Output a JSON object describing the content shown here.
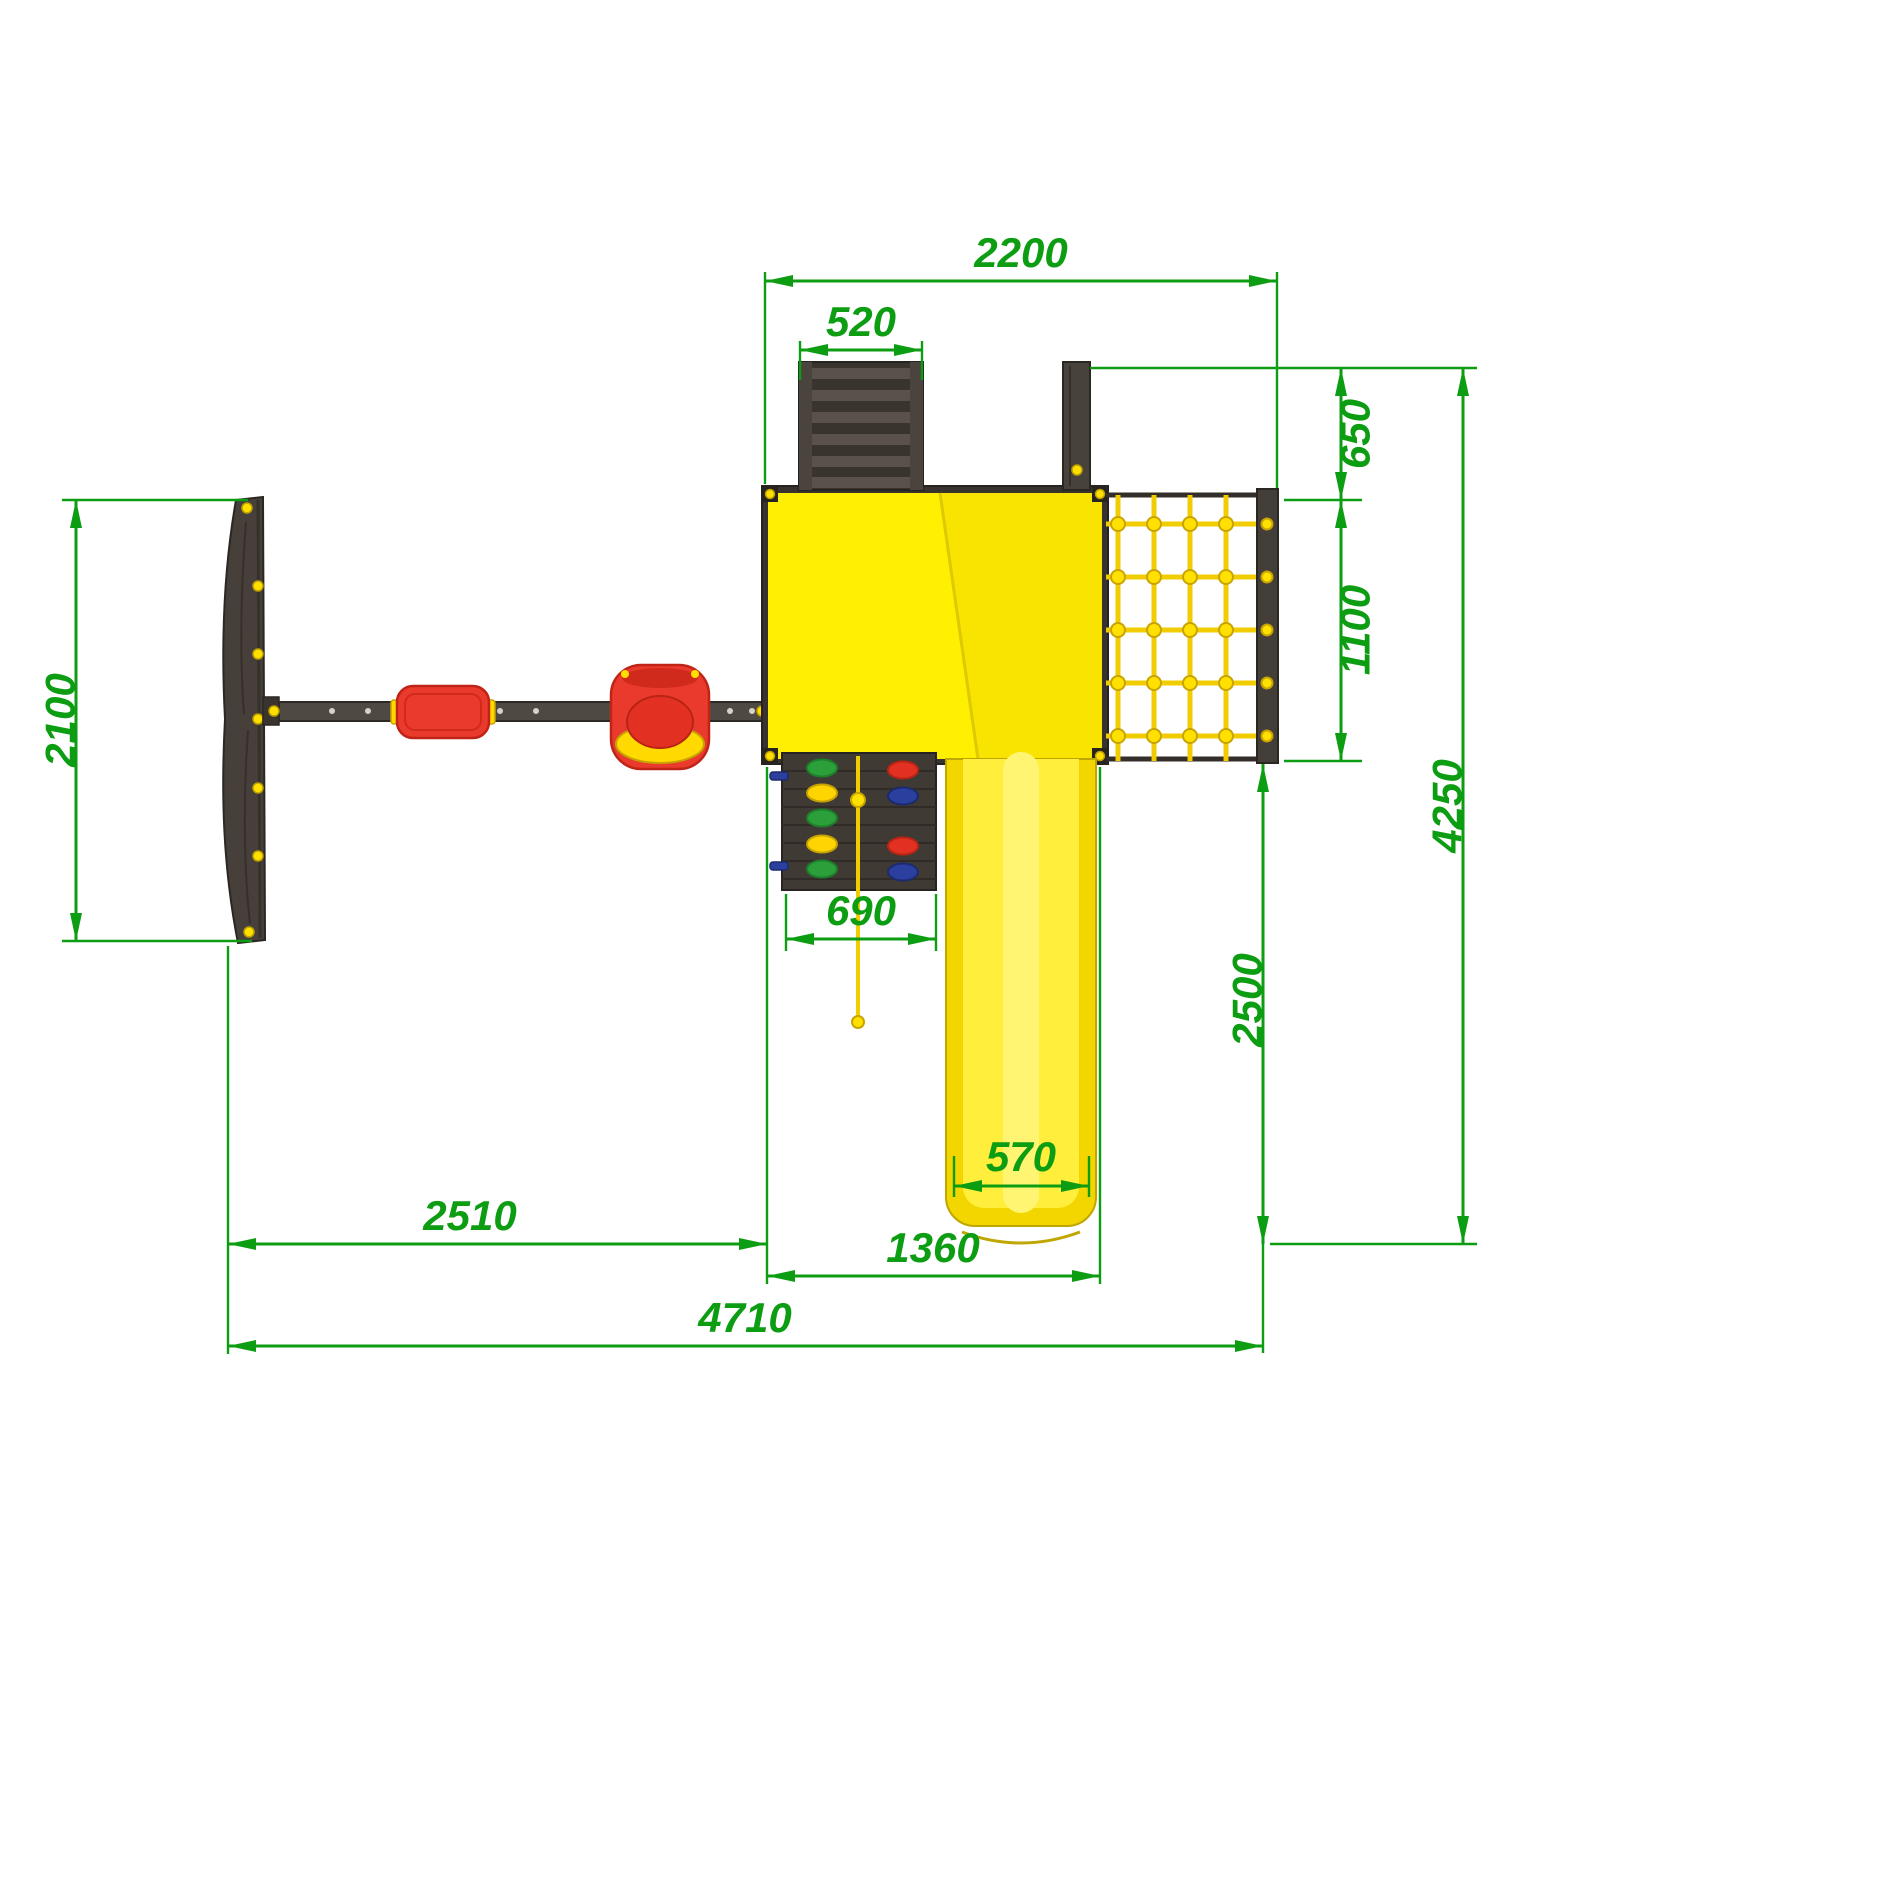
{
  "diagram": {
    "name": "playground-set-top-view-dimension-drawing",
    "view": "top",
    "dimension_color": "#0d9d12",
    "dimensions": {
      "top_span": "2200",
      "ladder_width": "520",
      "net_offset": "650",
      "net_depth": "1100",
      "swing_frame_length": "2100",
      "climb_wall_width": "690",
      "slide_run": "2500",
      "total_depth": "4250",
      "swing_bay_span": "2510",
      "slide_width": "570",
      "tower_span": "1360",
      "total_width": "4710"
    },
    "palette": {
      "wood_dark": "#433d38",
      "platform_yellow": "#ffef00",
      "slide_yellow": "#f3d600",
      "rope_yellow": "#f0cc00",
      "accent_red": "#ea3a2d",
      "hold_green": "#2ba03a",
      "hold_blue": "#2b3f9e",
      "hold_yellow": "#ffd400"
    }
  }
}
